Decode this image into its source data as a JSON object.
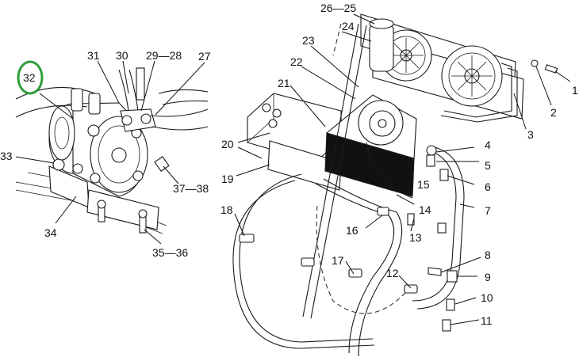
{
  "diagram": {
    "callouts": {
      "c1": "1",
      "c2": "2",
      "c3": "3",
      "c4": "4",
      "c5": "5",
      "c6": "6",
      "c7": "7",
      "c8": "8",
      "c9": "9",
      "c10": "10",
      "c11": "11",
      "c12": "12",
      "c13": "13",
      "c14": "14",
      "c15": "15",
      "c16": "16",
      "c17": "17",
      "c18": "18",
      "c19": "19",
      "c20": "20",
      "c21": "21",
      "c22": "22",
      "c23": "23",
      "c24": "24",
      "c26_25": "26—25",
      "c27": "27",
      "c29_28": "29—28",
      "c30": "30",
      "c31": "31",
      "c32": "32",
      "c33": "33",
      "c34": "34",
      "c35_36": "35—36",
      "c37_38": "37—38"
    },
    "highlight": {
      "callout": "32",
      "color": "#2e9e3a"
    }
  }
}
